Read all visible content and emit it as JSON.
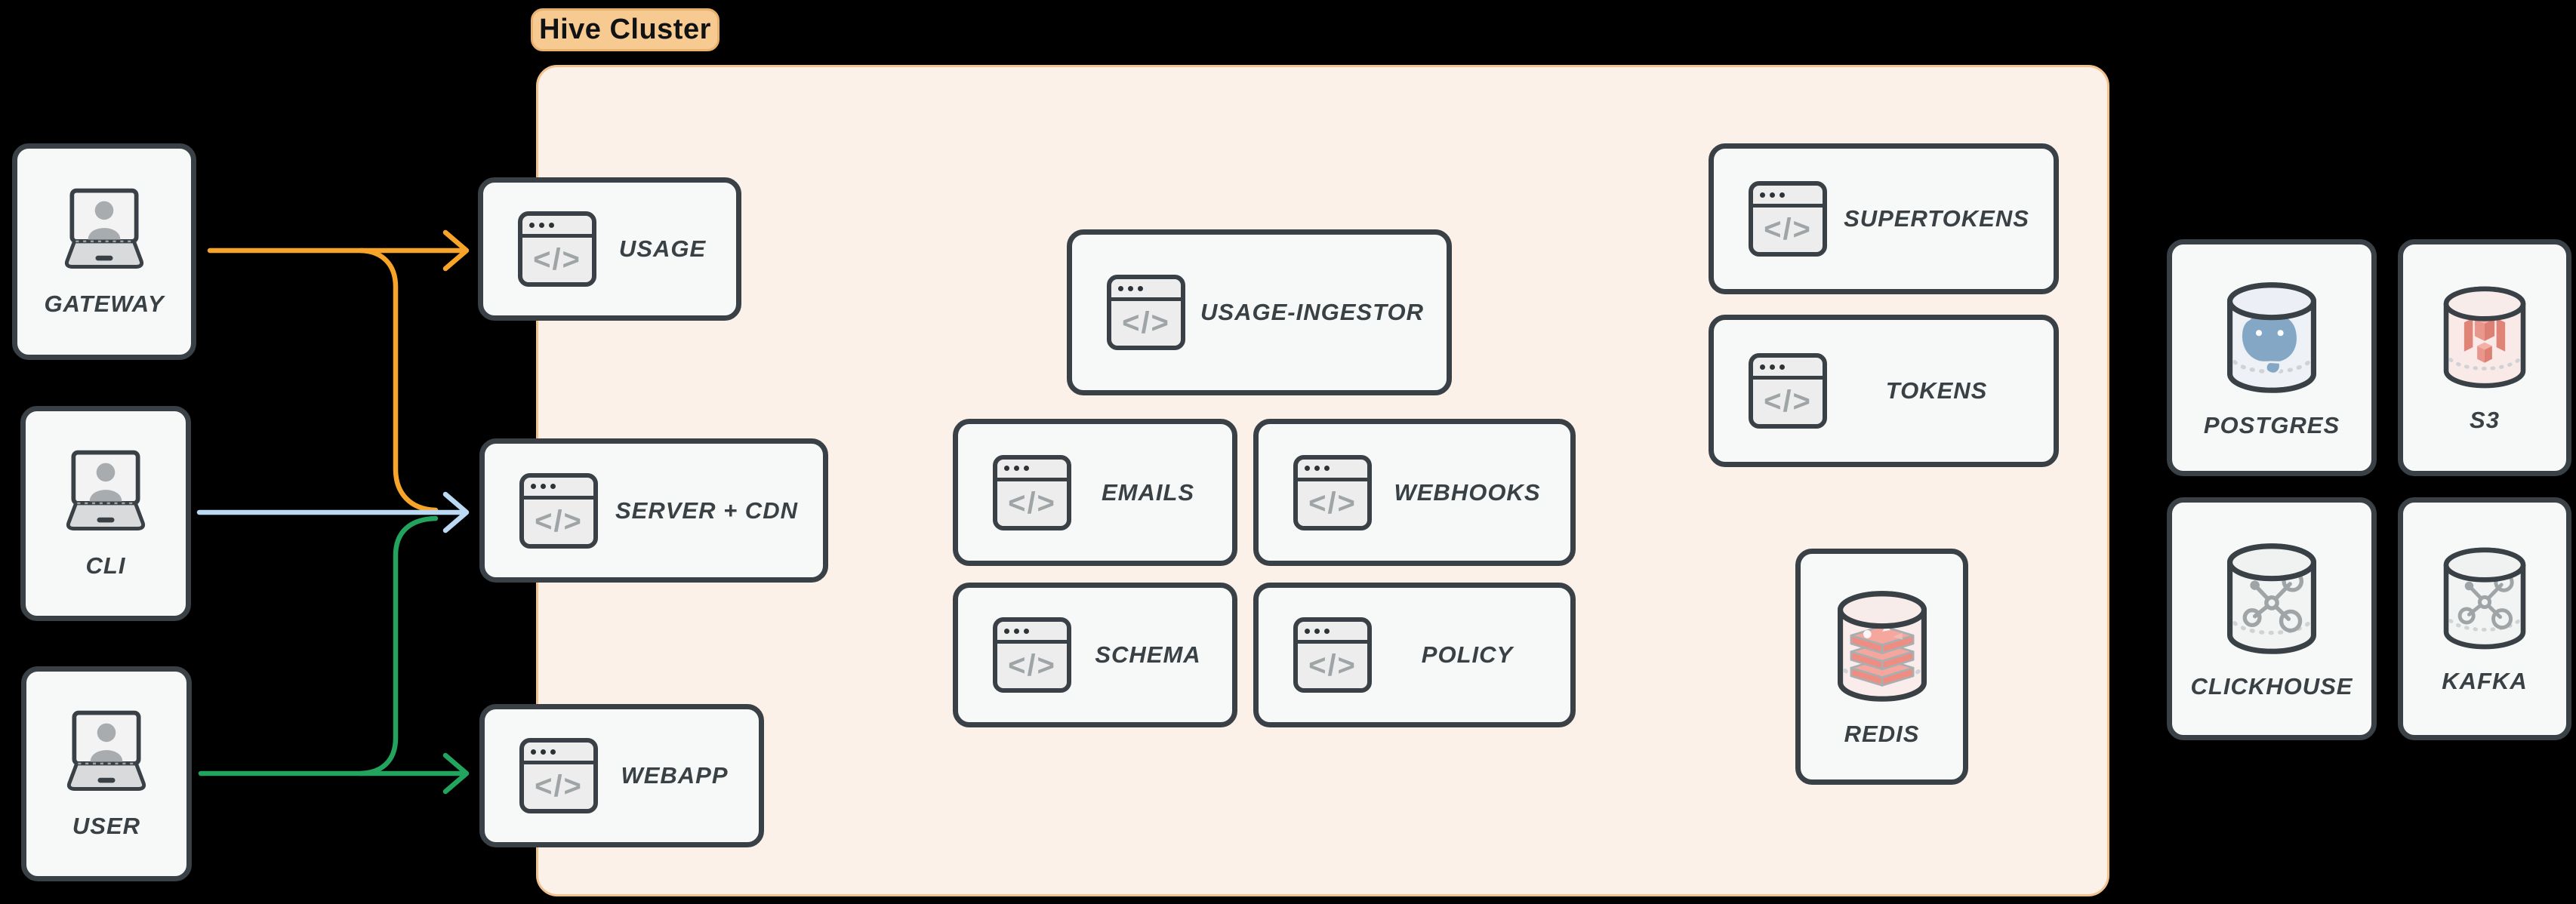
{
  "diagram": {
    "cluster_label": "Hive Cluster",
    "code_glyph": "</>"
  },
  "clients": [
    {
      "id": "gateway",
      "label": "GATEWAY"
    },
    {
      "id": "cli",
      "label": "CLI"
    },
    {
      "id": "user",
      "label": "USER"
    }
  ],
  "edge_services": [
    {
      "id": "usage",
      "label": "USAGE"
    },
    {
      "id": "server-cdn",
      "label": "SERVER + CDN"
    },
    {
      "id": "webapp",
      "label": "WEBAPP"
    }
  ],
  "cluster_services": [
    {
      "id": "usage-ingestor",
      "label": "USAGE-INGESTOR"
    },
    {
      "id": "emails",
      "label": "EMAILS"
    },
    {
      "id": "webhooks",
      "label": "WEBHOOKS"
    },
    {
      "id": "schema",
      "label": "SCHEMA"
    },
    {
      "id": "policy",
      "label": "POLICY"
    },
    {
      "id": "supertokens",
      "label": "SUPERTOKENS"
    },
    {
      "id": "tokens",
      "label": "TOKENS"
    }
  ],
  "cluster_datastores": [
    {
      "id": "redis",
      "label": "REDIS"
    }
  ],
  "external_datastores": [
    {
      "id": "postgres",
      "label": "POSTGRES"
    },
    {
      "id": "s3",
      "label": "S3"
    },
    {
      "id": "clickhouse",
      "label": "CLICKHOUSE"
    },
    {
      "id": "kafka",
      "label": "KAFKA"
    }
  ],
  "connections": [
    {
      "from": "GATEWAY",
      "to": "USAGE",
      "color": "#F7A428"
    },
    {
      "from": "GATEWAY",
      "to": "SERVER + CDN",
      "color": "#F7A428"
    },
    {
      "from": "CLI",
      "to": "SERVER + CDN",
      "color": "#BBD9F3"
    },
    {
      "from": "USER",
      "to": "SERVER + CDN",
      "color": "#22A45F"
    },
    {
      "from": "USER",
      "to": "WEBAPP",
      "color": "#22A45F"
    }
  ],
  "colors": {
    "background": "#000000",
    "cluster-fill": "#FCF1E8",
    "cluster-border": "#F2C28E",
    "cluster-label-bg": "#F7CA92",
    "cluster-label-border": "#E9B06C",
    "card-fill": "#F7F9F9",
    "card-border": "#394046",
    "label-text": "#3A4145",
    "icon-gray": "#9FA4A7",
    "arrow-orange": "#F7A428",
    "arrow-blue": "#BBD9F3",
    "arrow-green": "#22A45F",
    "redis-red": "#EF8D82",
    "postgres-blue": "#84A7C5",
    "s3-red": "#E9968C"
  }
}
